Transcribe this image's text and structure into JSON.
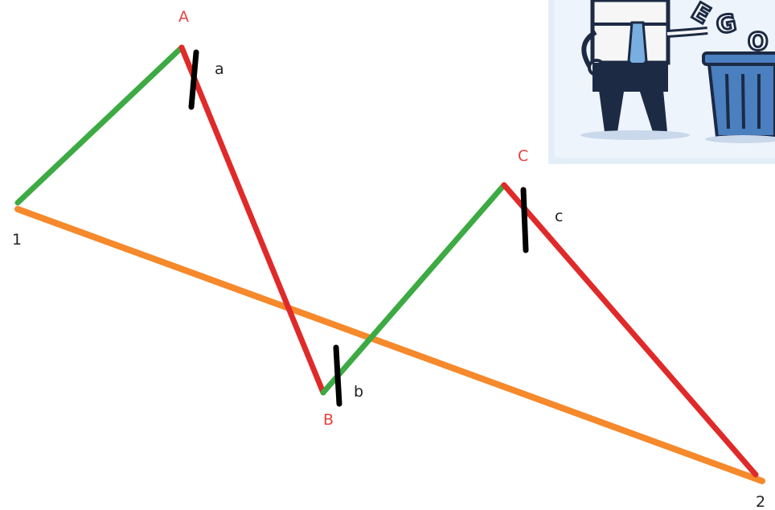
{
  "points": {
    "p1": {
      "label": "1",
      "color": "#222222"
    },
    "pA": {
      "label": "A",
      "color": "#e8413e"
    },
    "pB": {
      "label": "B",
      "color": "#e8413e"
    },
    "pC": {
      "label": "C",
      "color": "#e8413e"
    },
    "p2": {
      "label": "2",
      "color": "#222222"
    }
  },
  "marks": {
    "a": {
      "label": "a"
    },
    "b": {
      "label": "b"
    },
    "c": {
      "label": "c"
    }
  },
  "illustration": {
    "text": "EGO",
    "description_icon": "businessman-throwing-ego-in-trash-icon"
  },
  "colors": {
    "up_leg": "#3daa43",
    "down_leg": "#e02a2a",
    "trend_line": "#f5892b",
    "tick": "#000000"
  }
}
